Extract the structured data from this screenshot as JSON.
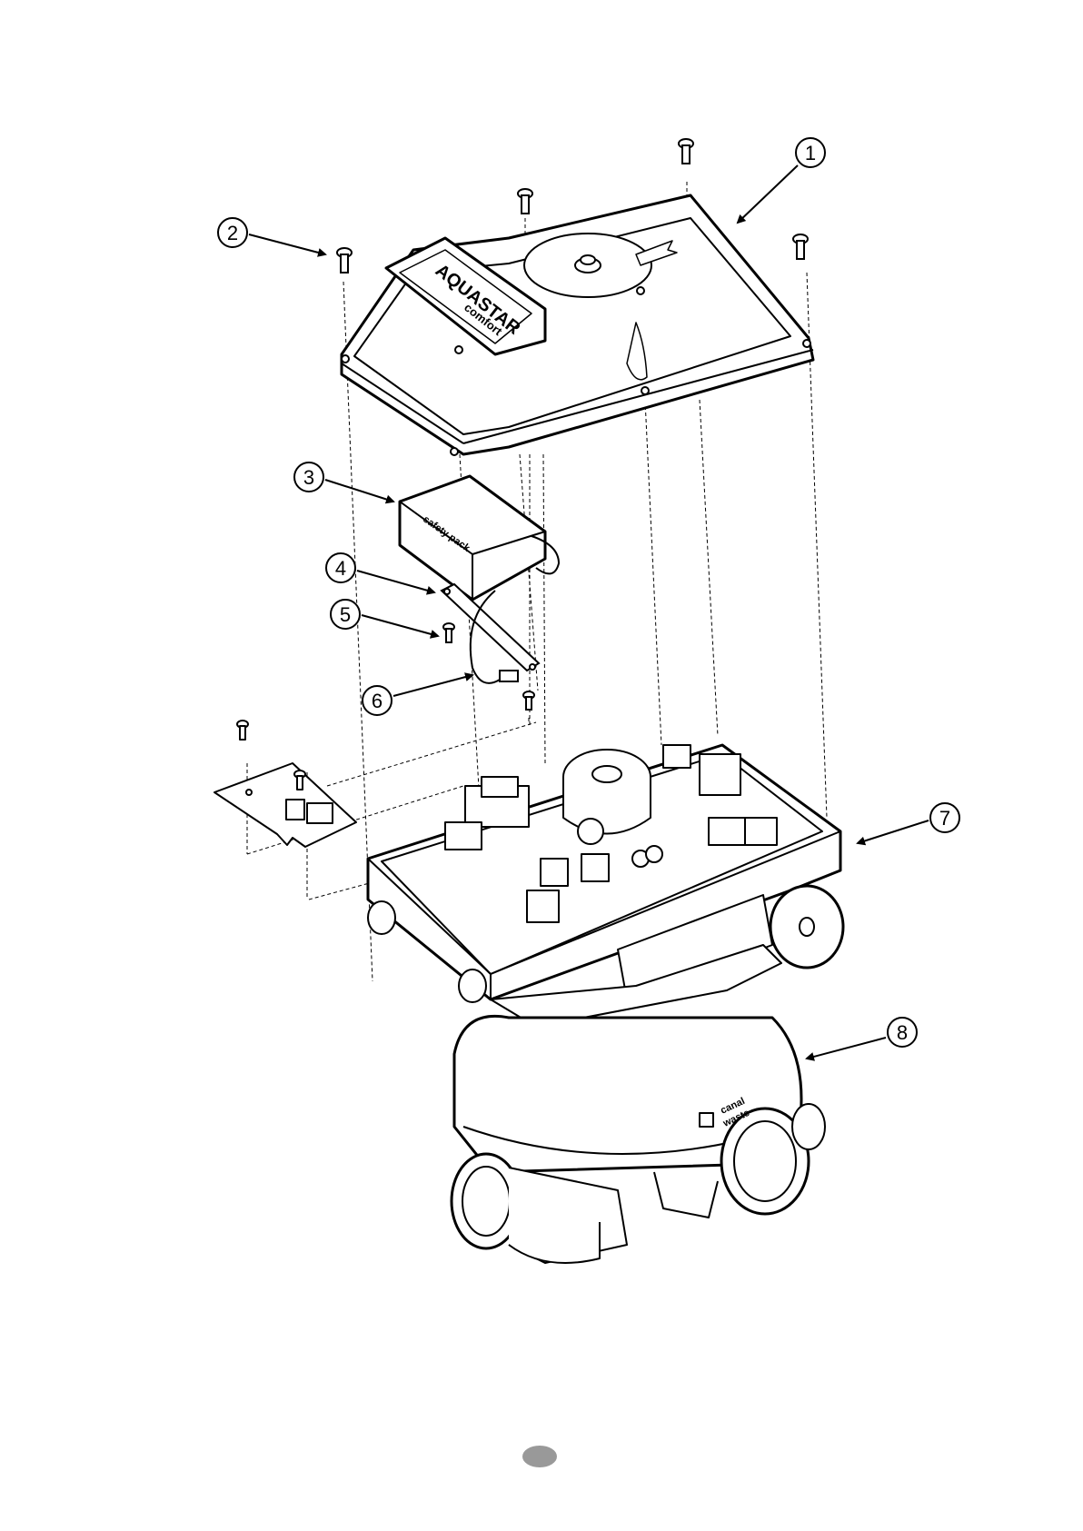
{
  "diagram": {
    "callouts": [
      {
        "id": "1",
        "label": "1"
      },
      {
        "id": "2",
        "label": "2"
      },
      {
        "id": "3",
        "label": "3"
      },
      {
        "id": "4",
        "label": "4"
      },
      {
        "id": "5",
        "label": "5"
      },
      {
        "id": "6",
        "label": "6"
      },
      {
        "id": "7",
        "label": "7"
      },
      {
        "id": "8",
        "label": "8"
      }
    ],
    "cover_brand": "AQUASTAR",
    "cover_model": "comfort",
    "safety_pack_label": "safety pack",
    "valve_marking_line1": "canal",
    "valve_marking_line2": "waste"
  },
  "colors": {
    "line": "#000000",
    "page_badge": "#999999"
  }
}
